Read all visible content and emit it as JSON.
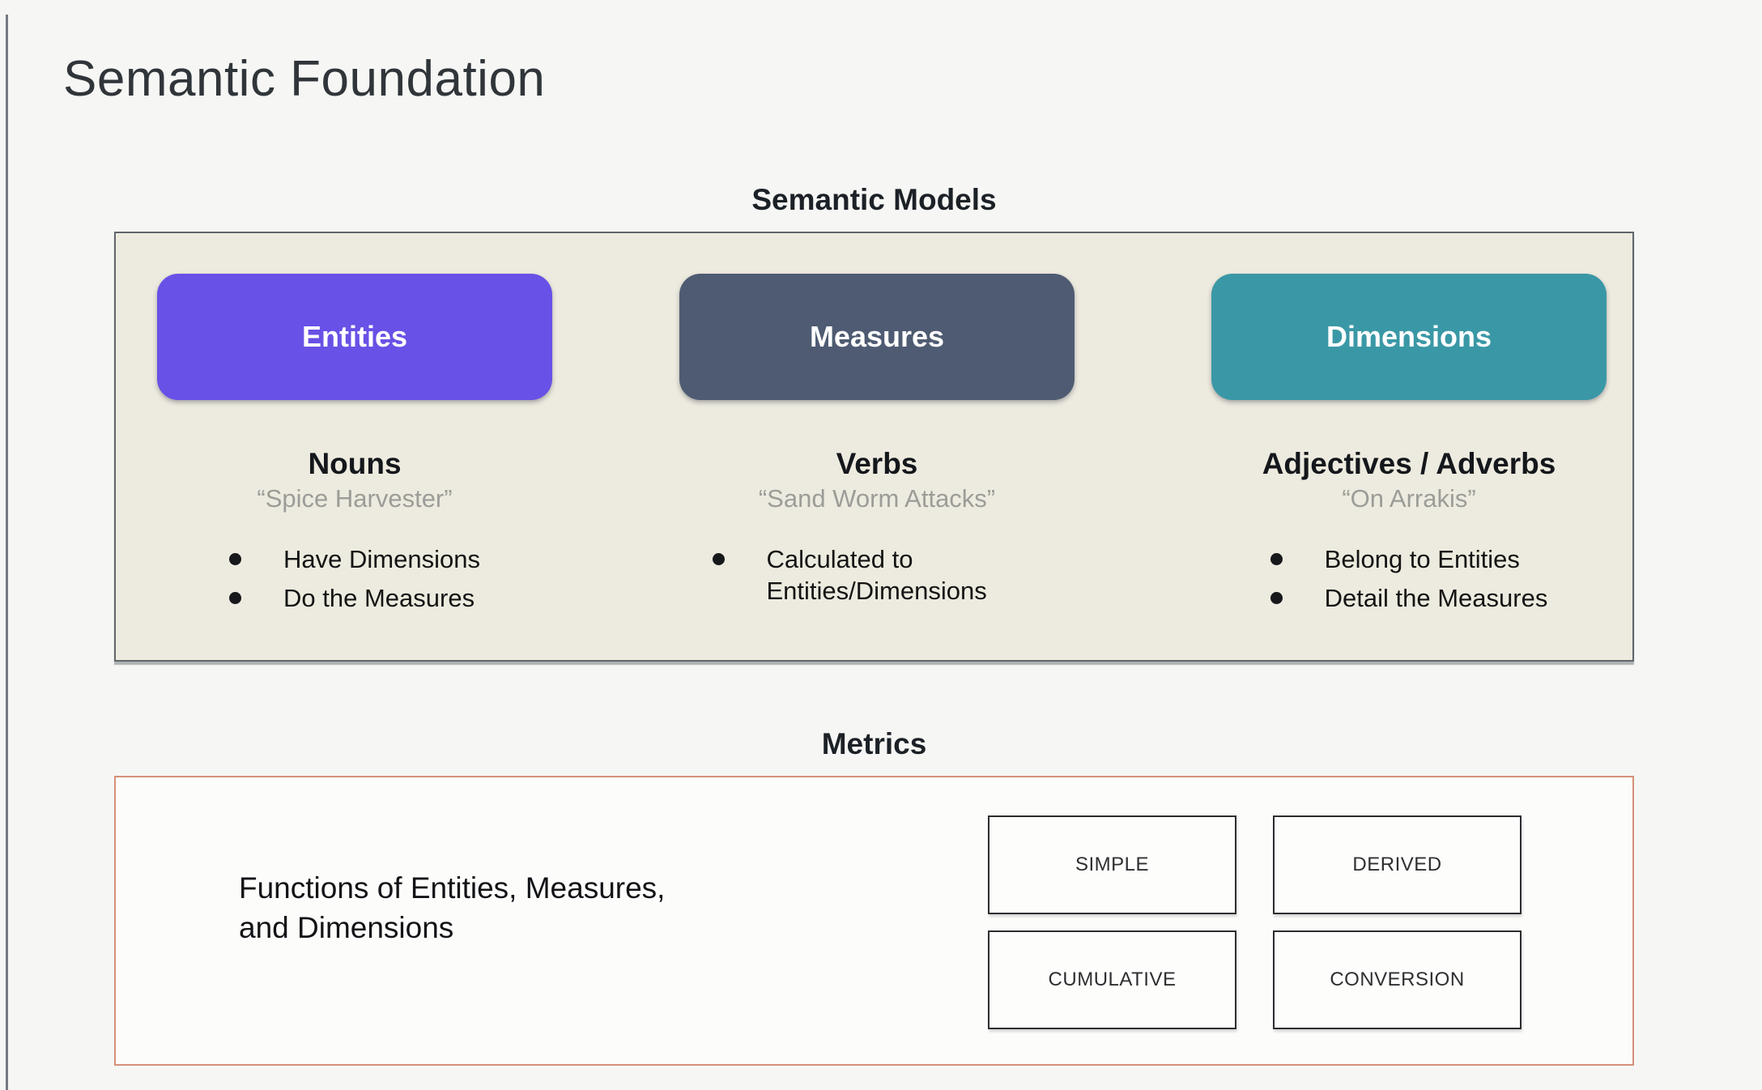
{
  "page": {
    "title": "Semantic Foundation"
  },
  "colors": {
    "entities_button": "#6851e6",
    "measures_button": "#4e5b72",
    "dimensions_button": "#3a98a6",
    "models_box_bg": "#edebdf",
    "metrics_border": "#d59078"
  },
  "models_section": {
    "heading": "Semantic Models",
    "columns": [
      {
        "button": "Entities",
        "button_color": "#6851e6",
        "role": "Nouns",
        "quote": "“Spice Harvester”",
        "bullets": [
          "Have Dimensions",
          "Do the Measures"
        ]
      },
      {
        "button": "Measures",
        "button_color": "#4e5b72",
        "role": "Verbs",
        "quote": "“Sand Worm Attacks”",
        "bullets": [
          "Calculated to Entities/Dimensions"
        ]
      },
      {
        "button": "Dimensions",
        "button_color": "#3a98a6",
        "role": "Adjectives / Adverbs",
        "quote": "“On Arrakis”",
        "bullets": [
          "Belong to Entities",
          "Detail the Measures"
        ]
      }
    ]
  },
  "metrics_section": {
    "heading": "Metrics",
    "description_lines": [
      "Functions of Entities, Measures,",
      "and Dimensions"
    ],
    "types": [
      "SIMPLE",
      "DERIVED",
      "CUMULATIVE",
      "CONVERSION"
    ]
  }
}
